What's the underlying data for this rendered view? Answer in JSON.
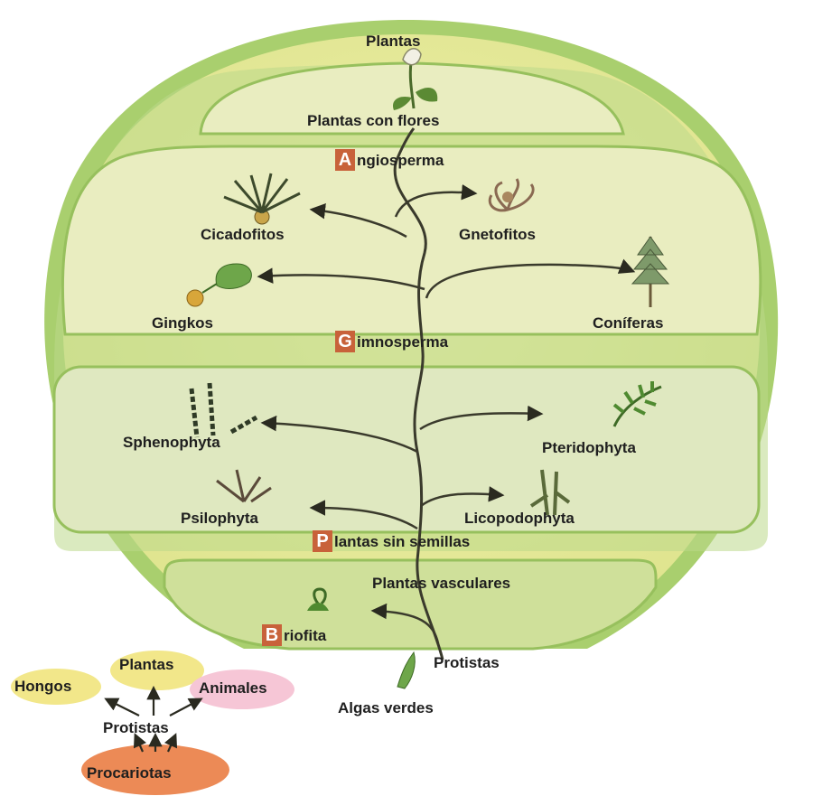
{
  "top_title": "Plantas",
  "flowering_plants": "Plantas con flores",
  "groups": {
    "angiosperma": {
      "initial": "A",
      "rest": "ngiosperma"
    },
    "gimnosperma": {
      "initial": "G",
      "rest": "imnosperma"
    },
    "sin_semillas": {
      "initial": "P",
      "rest": "lantas sin semillas"
    },
    "briofita": {
      "initial": "B",
      "rest": "riofita"
    }
  },
  "taxa": {
    "cicadofitos": "Cicadofitos",
    "gnetofitos": "Gnetofitos",
    "gingkos": "Gingkos",
    "coniferas": "Coníferas",
    "sphenophyta": "Sphenophyta",
    "pteridophyta": "Pteridophyta",
    "psilophyta": "Psilophyta",
    "licopodophyta": "Licopodophyta",
    "vasculares": "Plantas vasculares",
    "protistas": "Protistas",
    "algas": "Algas verdes"
  },
  "kingdoms": {
    "plantas": "Plantas",
    "hongos": "Hongos",
    "animales": "Animales",
    "protistas": "Protistas",
    "procariotas": "Procariotas"
  },
  "colors": {
    "outer": "#e6e89a",
    "rim": "#a9cf6e",
    "band": "#bcd98a",
    "panel": "#e9edc0",
    "badge": "#c8623a",
    "stem": "#3a3a2c"
  }
}
